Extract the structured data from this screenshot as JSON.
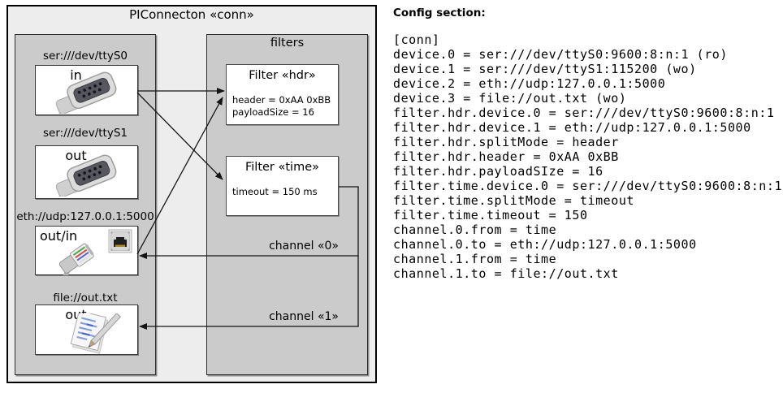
{
  "diagram": {
    "title": "PIConnecton «conn»",
    "filters_label": "filters",
    "devices": [
      {
        "label": "ser:///dev/ttyS0",
        "direction": "in",
        "icon": "serial-connector"
      },
      {
        "label": "ser:///dev/ttyS1",
        "direction": "out",
        "icon": "serial-connector"
      },
      {
        "label": "eth://udp:127.0.0.1:5000",
        "direction": "out/in",
        "icon": "ethernet-connector"
      },
      {
        "label": "file://out.txt",
        "direction": "out",
        "icon": "notepad"
      }
    ],
    "filters": [
      {
        "title": "Filter «hdr»",
        "attributes": [
          "header = 0xAA 0xBB",
          "payloadSize = 16"
        ]
      },
      {
        "title": "Filter «time»",
        "attributes": [
          "timeout = 150 ms"
        ]
      }
    ],
    "channels": [
      {
        "label": "channel «0»"
      },
      {
        "label": "channel «1»"
      }
    ],
    "colors": {
      "outer_fill": "#ededed",
      "panel_fill": "#cbcbcb",
      "box_fill": "#ffffff",
      "line": "#141414"
    }
  },
  "config": {
    "heading": "Config section:",
    "lines": [
      "[conn]",
      "device.0 = ser:///dev/ttyS0:9600:8:n:1 (ro)",
      "device.1 = ser:///dev/ttyS1:115200 (wo)",
      "device.2 = eth://udp:127.0.0.1:5000",
      "device.3 = file://out.txt (wo)",
      "filter.hdr.device.0 = ser:///dev/ttyS0:9600:8:n:1",
      "filter.hdr.device.1 = eth://udp:127.0.0.1:5000",
      "filter.hdr.splitMode = header",
      "filter.hdr.header = 0xAA 0xBB",
      "filter.hdr.payloadSIze = 16",
      "filter.time.device.0 = ser:///dev/ttyS0:9600:8:n:1",
      "filter.time.splitMode = timeout",
      "filter.time.timeout = 150",
      "channel.0.from = time",
      "channel.0.to = eth://udp:127.0.0.1:5000",
      "channel.1.from = time",
      "channel.1.to = file://out.txt"
    ]
  }
}
